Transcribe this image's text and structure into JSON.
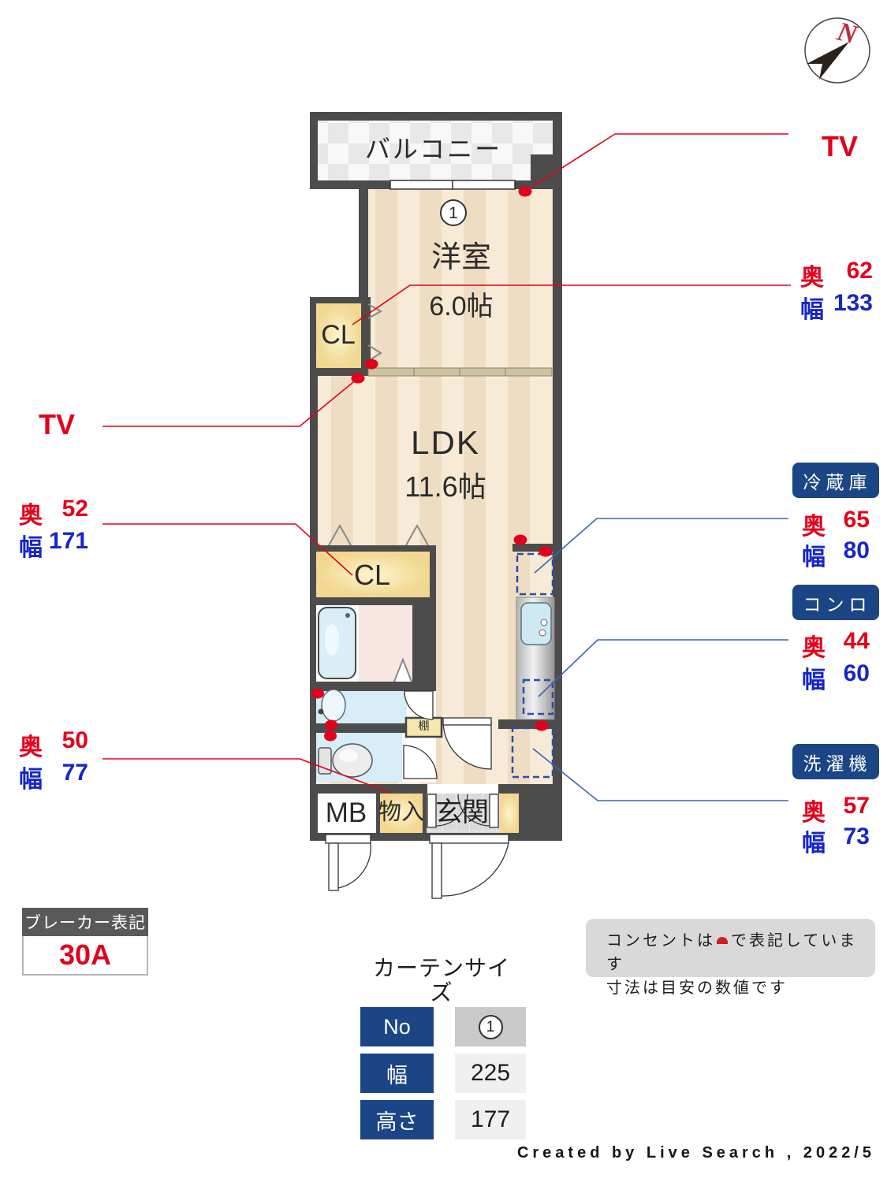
{
  "compass": {
    "north": "N"
  },
  "plan": {
    "balcony": "バルコニー",
    "room_number": "1",
    "room_name": "洋室",
    "room_size": "6.0帖",
    "closet1": "CL",
    "ldk_name": "LDK",
    "ldk_size": "11.6帖",
    "closet2": "CL",
    "shelf": "棚",
    "mb": "MB",
    "storage": "物入",
    "entrance": "玄関"
  },
  "labels": {
    "tv_top": "TV",
    "tv_left": "TV",
    "depth": "奥",
    "width": "幅",
    "closet1_depth": "62",
    "closet1_width": "133",
    "closet2_depth": "52",
    "closet2_width": "171",
    "storage_depth": "50",
    "storage_width": "77"
  },
  "appliances": {
    "fridge": {
      "title": "冷蔵庫",
      "depth": "65",
      "width": "80"
    },
    "stove": {
      "title": "コンロ",
      "depth": "44",
      "width": "60"
    },
    "washer": {
      "title": "洗濯機",
      "depth": "57",
      "width": "73"
    }
  },
  "breaker": {
    "title": "ブレーカー表記",
    "value": "30A"
  },
  "curtain": {
    "title": "カーテンサイズ",
    "rows": [
      {
        "label": "No",
        "value": "1"
      },
      {
        "label": "幅",
        "value": "225"
      },
      {
        "label": "高さ",
        "value": "177"
      }
    ]
  },
  "notes": {
    "line1_pre": "コンセントは",
    "line1_post": "で表記しています",
    "line2": "寸法は目安の数値です"
  },
  "credit": "Created by Live Search , 2022/5",
  "colors": {
    "accent_red": "#e3001b",
    "accent_blue": "#1626c9",
    "badge_blue": "#1c4586",
    "wall": "#4c4c4c",
    "leader_blue": "#3f63ad"
  }
}
